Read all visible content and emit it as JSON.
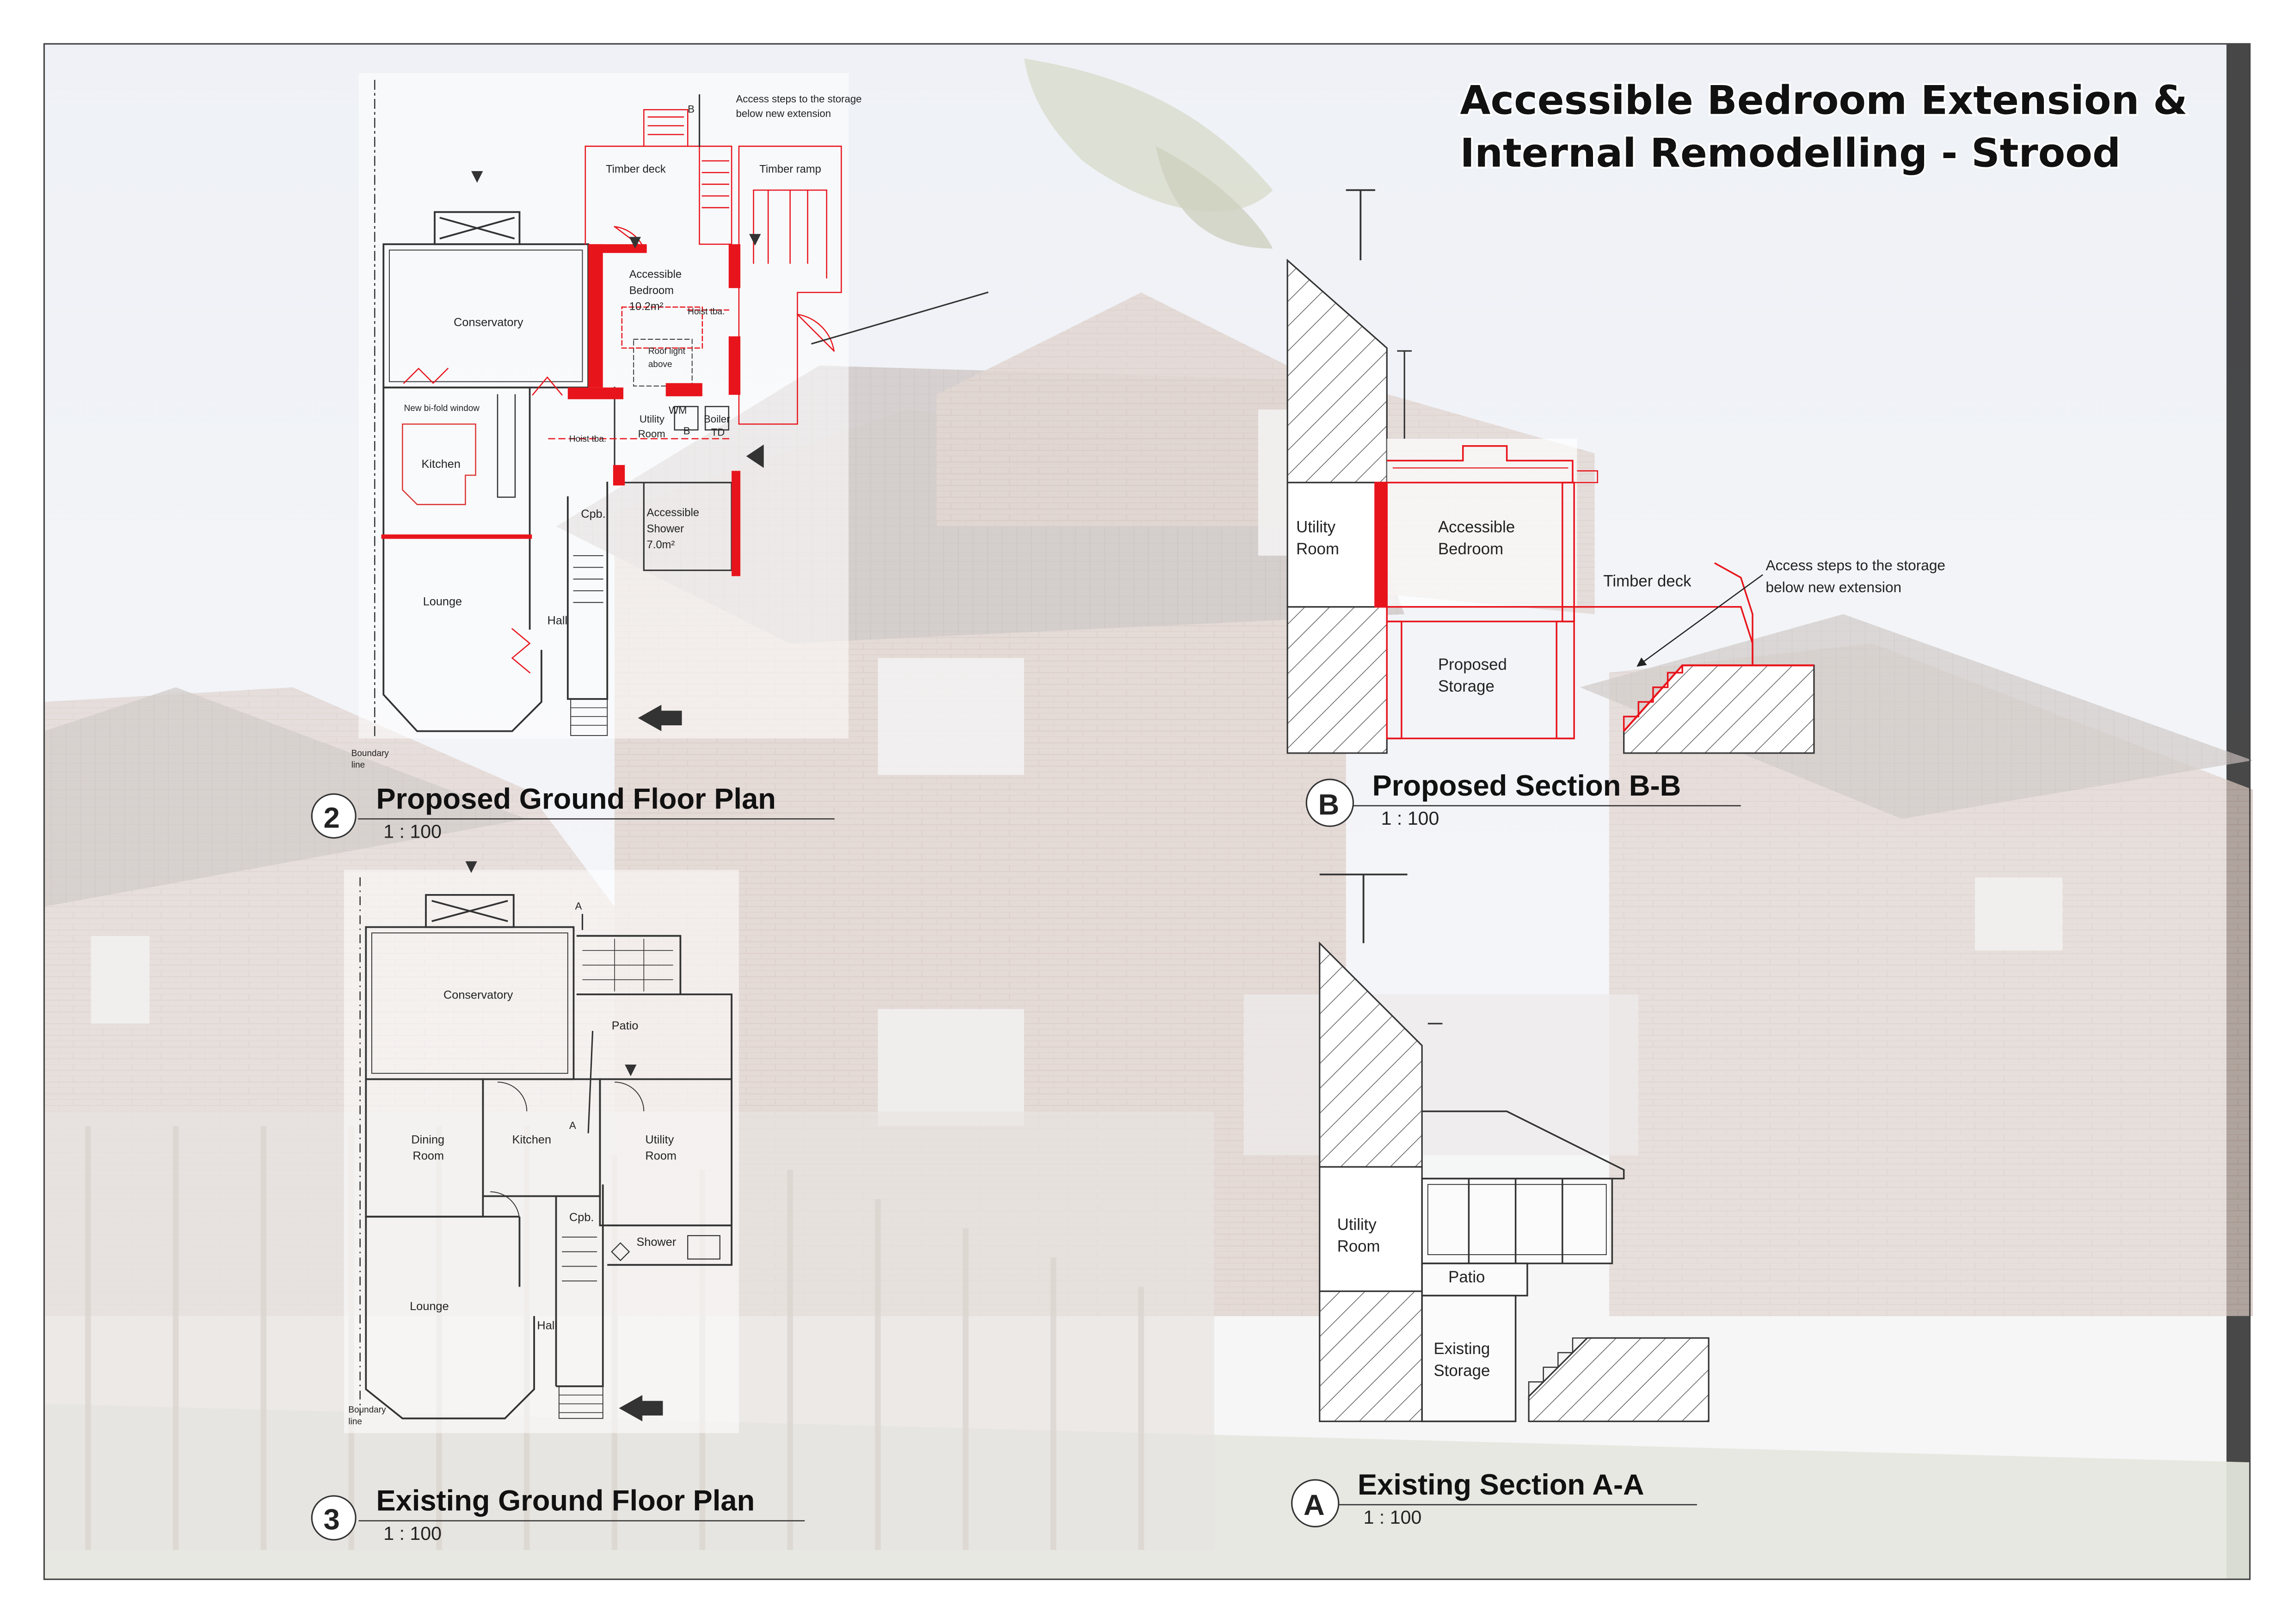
{
  "sheet": {
    "title_line1": "Accessible Bedroom Extension &",
    "title_line2": "Internal Remodelling - Strood"
  },
  "proposed_plan": {
    "number": "2",
    "title": "Proposed Ground Floor Plan",
    "scale": "1 : 100",
    "rooms": {
      "conservatory": "Conservatory",
      "kitchen": "Kitchen",
      "lounge": "Lounge",
      "hall": "Hall",
      "cupboard": "Cpb.",
      "utility_l1": "Utility",
      "utility_l2": "Room",
      "wm": "WM",
      "boiler": "Boiler",
      "td": "TD",
      "b_marker": "B",
      "bedroom_l1": "Accessible",
      "bedroom_l2": "Bedroom",
      "bedroom_l3": "10.2m²",
      "shower_l1": "Accessible",
      "shower_l2": "Shower",
      "shower_l3": "7.0m²",
      "timber_deck": "Timber deck",
      "timber_ramp": "Timber ramp",
      "hoist_1": "Hoist tba.",
      "hoist_2": "Hoist tba.",
      "rooflight_l1": "Roof light",
      "rooflight_l2": "above",
      "bifold": "New bi-fold window",
      "boundary_l1": "Boundary",
      "boundary_l2": "line",
      "steps_note_l1": "Access steps to the storage",
      "steps_note_l2": "below new extension",
      "b_top": "B"
    }
  },
  "existing_plan": {
    "number": "3",
    "title": "Existing Ground Floor Plan",
    "scale": "1 : 100",
    "rooms": {
      "conservatory": "Conservatory",
      "patio": "Patio",
      "dining_l1": "Dining",
      "dining_l2": "Room",
      "kitchen": "Kitchen",
      "utility_l1": "Utility",
      "utility_l2": "Room",
      "cupboard": "Cpb.",
      "shower": "Shower",
      "lounge": "Lounge",
      "hall": "Hall",
      "boundary_l1": "Boundary",
      "boundary_l2": "line",
      "a_top": "A",
      "a_mid": "A"
    }
  },
  "proposed_section": {
    "letter": "B",
    "title": "Proposed Section B-B",
    "scale": "1 : 100",
    "labels": {
      "utility_l1": "Utility",
      "utility_l2": "Room",
      "bedroom_l1": "Accessible",
      "bedroom_l2": "Bedroom",
      "timber_deck": "Timber deck",
      "storage_l1": "Proposed",
      "storage_l2": "Storage",
      "note_l1": "Access steps to the storage",
      "note_l2": "below new extension"
    }
  },
  "existing_section": {
    "letter": "A",
    "title": "Existing Section A-A",
    "scale": "1 : 100",
    "labels": {
      "utility_l1": "Utility",
      "utility_l2": "Room",
      "patio": "Patio",
      "storage_l1": "Existing",
      "storage_l2": "Storage"
    }
  },
  "colors": {
    "red": "#e8141c",
    "line": "#3a3a3a"
  }
}
